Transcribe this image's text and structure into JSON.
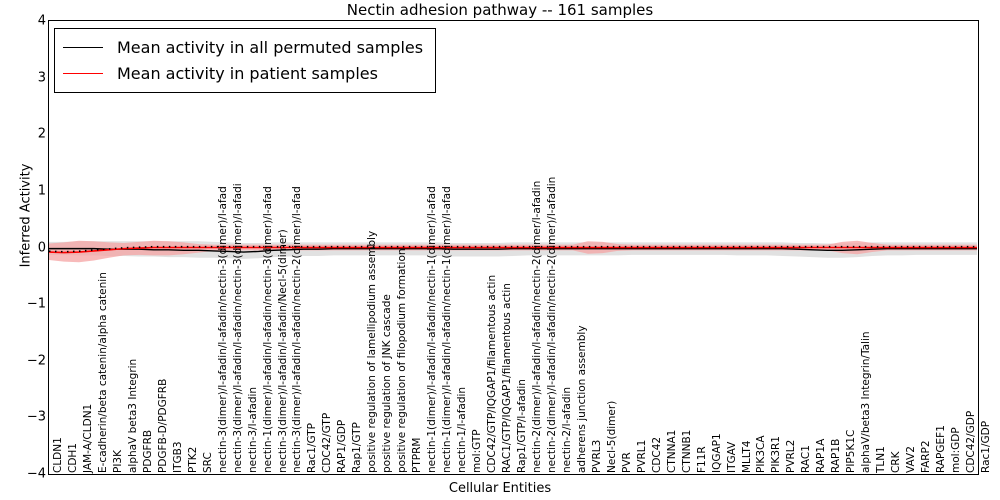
{
  "chart_data": {
    "type": "line",
    "title": "Nectin adhesion pathway -- 161 samples",
    "xlabel": "Cellular Entities",
    "ylabel": "Inferred Activity",
    "ylim": [
      -4,
      4
    ],
    "yticks": [
      "4",
      "3",
      "2",
      "1",
      "0",
      "-1",
      "-2",
      "-3",
      "-4"
    ],
    "grid": false,
    "legend_position": "upper left",
    "colors": {
      "permuted_line": "#000000",
      "patient_line": "#ff0000",
      "permuted_band": "#c8c8c8",
      "patient_band": "#f4a3a3"
    },
    "legend": [
      {
        "label": "Mean activity in all permuted samples",
        "color": "#000000"
      },
      {
        "label": "Mean activity in patient samples",
        "color": "#ff0000"
      }
    ],
    "categories": [
      "CLDN1",
      "CDH1",
      "JAM-A/CLDN1",
      "E-cadherin/beta catenin/alpha catenin",
      "PI3K",
      "alphaV beta3 Integrin",
      "PDGFRB",
      "PDGFB-D/PDGFRB",
      "ITGB3",
      "PTK2",
      "SRC",
      "nectin-3(dimer)/l-afadin/l-afadin/nectin-3(dimer)/l-afad",
      "nectin-3(dimer)/l-afadin/l-afadin/nectin-3(dimer)/l-afadi",
      "nectin-3/l-afadin",
      "nectin-1(dimer)/l-afadin/l-afadin/nectin-3(dimer)/l-afad",
      "nectin-3(dimer)/l-afadin/l-afadin/Necl-5(dimer)",
      "nectin-3(dimer)/l-afadin/l-afadin/nectin-2(dimer)/l-afad",
      "Rac1/GTP",
      "CDC42/GTP",
      "RAP1/GDP",
      "Rap1/GTP",
      "positive regulation of lamellipodium assembly",
      "positive regulation of JNK cascade",
      "positive regulation of filopodium formation",
      "PTPRM",
      "nectin-1(dimer)/l-afadin/l-afadin/nectin-1(dimer)/l-afad",
      "nectin-1(dimer)/l-afadin/l-afadin/nectin-1(dimer)/l-afad",
      "nectin-1/l-afadin",
      "mol:GTP",
      "CDC42/GTP/IQGAP1/filamentous actin",
      "RAC1/GTP/IQGAP1/filamentous actin",
      "Rap1/GTP/l-afadin",
      "nectin-2(dimer)/l-afadin/l-afadin/nectin-2(dimer/l-afadin",
      "nectin-2(dimer)/l-afadin/l-afadin/nectin-2(dimer)/l-afadin",
      "nectin-2/l-afadin",
      "adherens junction assembly",
      "PVRL3",
      "Necl-5(dimer)",
      "PVR",
      "PVRL1",
      "CDC42",
      "CTNNA1",
      "CTNNB1",
      "F11R",
      "IQGAP1",
      "ITGAV",
      "MLLT4",
      "PIK3CA",
      "PIK3R1",
      "PVRL2",
      "RAC1",
      "RAP1A",
      "RAP1B",
      "PIP5K1C",
      "alphaV/beta3 Integrin/Talin",
      "TLN1",
      "CRK",
      "VAV2",
      "FARP2",
      "RAPGEF1",
      "mol:GDP",
      "CDC42/GDP",
      "Rac1/GDP"
    ],
    "series": [
      {
        "name": "Mean activity in all permuted samples",
        "color": "#000000",
        "values": [
          -0.02,
          -0.02,
          -0.02,
          -0.02,
          -0.03,
          -0.03,
          -0.03,
          -0.04,
          -0.04,
          -0.05,
          -0.05,
          -0.06,
          -0.07,
          -0.08,
          -0.07,
          -0.05,
          -0.04,
          -0.03,
          -0.03,
          -0.02,
          -0.02,
          -0.02,
          -0.02,
          -0.02,
          -0.02,
          -0.02,
          -0.02,
          -0.03,
          -0.03,
          -0.03,
          -0.03,
          -0.02,
          -0.02,
          -0.02,
          -0.02,
          -0.02,
          -0.02,
          -0.02,
          -0.02,
          -0.02,
          -0.02,
          -0.02,
          -0.02,
          -0.02,
          -0.02,
          -0.02,
          -0.02,
          -0.02,
          -0.02,
          -0.02,
          -0.03,
          -0.04,
          -0.05,
          -0.05,
          -0.04,
          -0.03,
          -0.02,
          -0.02,
          -0.02,
          -0.02,
          -0.02,
          -0.02,
          -0.02
        ],
        "band_upper": [
          0.1,
          0.1,
          0.11,
          0.11,
          0.11,
          0.11,
          0.11,
          0.11,
          0.11,
          0.11,
          0.11,
          0.1,
          0.09,
          0.08,
          0.08,
          0.09,
          0.09,
          0.09,
          0.09,
          0.09,
          0.09,
          0.09,
          0.09,
          0.09,
          0.09,
          0.09,
          0.09,
          0.08,
          0.08,
          0.08,
          0.08,
          0.09,
          0.09,
          0.09,
          0.09,
          0.09,
          0.09,
          0.09,
          0.09,
          0.09,
          0.09,
          0.09,
          0.09,
          0.09,
          0.09,
          0.09,
          0.09,
          0.09,
          0.09,
          0.09,
          0.08,
          0.08,
          0.07,
          0.07,
          0.08,
          0.09,
          0.09,
          0.09,
          0.09,
          0.09,
          0.09,
          0.09,
          0.09
        ],
        "band_lower": [
          -0.13,
          -0.13,
          -0.14,
          -0.14,
          -0.15,
          -0.15,
          -0.16,
          -0.16,
          -0.17,
          -0.17,
          -0.18,
          -0.18,
          -0.19,
          -0.2,
          -0.19,
          -0.17,
          -0.16,
          -0.15,
          -0.15,
          -0.14,
          -0.14,
          -0.14,
          -0.14,
          -0.14,
          -0.14,
          -0.14,
          -0.15,
          -0.16,
          -0.16,
          -0.16,
          -0.16,
          -0.15,
          -0.14,
          -0.14,
          -0.14,
          -0.14,
          -0.14,
          -0.14,
          -0.14,
          -0.13,
          -0.13,
          -0.13,
          -0.13,
          -0.13,
          -0.13,
          -0.13,
          -0.14,
          -0.14,
          -0.14,
          -0.15,
          -0.16,
          -0.17,
          -0.18,
          -0.18,
          -0.17,
          -0.15,
          -0.14,
          -0.14,
          -0.13,
          -0.13,
          -0.13,
          -0.13,
          -0.13
        ]
      },
      {
        "name": "Mean activity in patient samples",
        "color": "#ff0000",
        "values": [
          -0.08,
          -0.09,
          -0.08,
          -0.06,
          -0.04,
          -0.02,
          -0.01,
          0.0,
          0.0,
          0.0,
          0.0,
          0.0,
          0.0,
          0.0,
          0.0,
          0.0,
          0.0,
          0.0,
          0.0,
          0.0,
          0.0,
          0.0,
          0.0,
          0.0,
          0.0,
          0.0,
          0.0,
          0.0,
          0.0,
          0.0,
          0.0,
          0.0,
          0.0,
          0.0,
          0.0,
          0.0,
          0.0,
          0.0,
          0.0,
          0.0,
          0.0,
          0.0,
          0.0,
          0.0,
          0.0,
          0.0,
          0.0,
          0.0,
          0.0,
          0.0,
          0.0,
          0.0,
          0.0,
          0.0,
          0.0,
          0.0,
          0.0,
          0.0,
          0.0,
          0.0,
          0.0,
          0.0,
          0.0
        ],
        "band_upper": [
          0.07,
          0.09,
          0.12,
          0.11,
          0.09,
          0.08,
          0.1,
          0.12,
          0.11,
          0.09,
          0.06,
          0.05,
          0.05,
          0.05,
          0.05,
          0.05,
          0.05,
          0.05,
          0.05,
          0.05,
          0.05,
          0.05,
          0.05,
          0.05,
          0.05,
          0.05,
          0.05,
          0.05,
          0.05,
          0.05,
          0.05,
          0.05,
          0.05,
          0.05,
          0.05,
          0.05,
          0.11,
          0.1,
          0.06,
          0.05,
          0.05,
          0.05,
          0.05,
          0.05,
          0.05,
          0.05,
          0.05,
          0.05,
          0.05,
          0.05,
          0.05,
          0.05,
          0.05,
          0.1,
          0.12,
          0.08,
          0.05,
          0.05,
          0.05,
          0.05,
          0.05,
          0.05,
          0.05
        ],
        "band_lower": [
          -0.22,
          -0.25,
          -0.26,
          -0.23,
          -0.18,
          -0.14,
          -0.13,
          -0.14,
          -0.14,
          -0.12,
          -0.09,
          -0.06,
          -0.05,
          -0.05,
          -0.05,
          -0.05,
          -0.05,
          -0.05,
          -0.05,
          -0.05,
          -0.05,
          -0.05,
          -0.05,
          -0.05,
          -0.05,
          -0.05,
          -0.05,
          -0.05,
          -0.05,
          -0.05,
          -0.05,
          -0.05,
          -0.05,
          -0.05,
          -0.05,
          -0.05,
          -0.11,
          -0.1,
          -0.06,
          -0.05,
          -0.05,
          -0.05,
          -0.05,
          -0.05,
          -0.05,
          -0.05,
          -0.05,
          -0.05,
          -0.05,
          -0.05,
          -0.05,
          -0.05,
          -0.05,
          -0.1,
          -0.12,
          -0.08,
          -0.05,
          -0.05,
          -0.05,
          -0.05,
          -0.05,
          -0.05,
          -0.05
        ]
      }
    ]
  }
}
